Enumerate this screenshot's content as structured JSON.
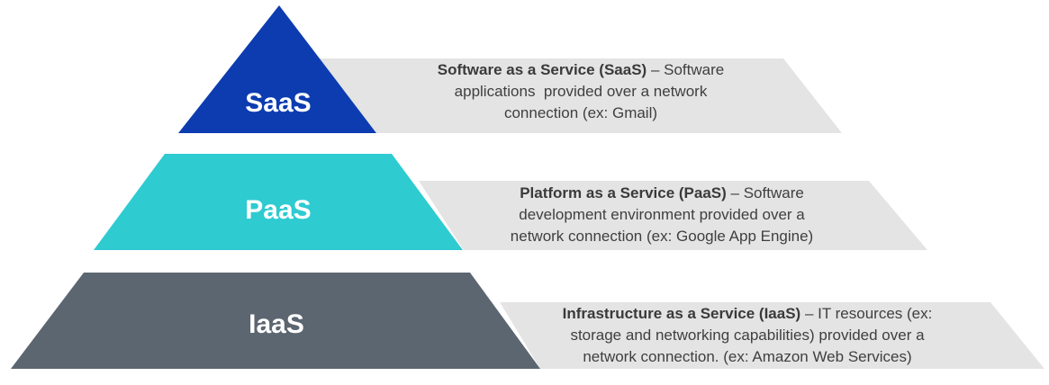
{
  "layers": [
    {
      "key": "saas",
      "label": "SaaS",
      "term": "Software as a Service (SaaS)",
      "separator": " – ",
      "lines": [
        "Software",
        "applications  provided over a network",
        "connection (ex: Gmail)"
      ],
      "color": "#0c3cb0"
    },
    {
      "key": "paas",
      "label": "PaaS",
      "term": "Platform as a Service (PaaS)",
      "separator": " – ",
      "lines": [
        "Software",
        "development environment provided over a",
        "network connection (ex: Google App Engine)"
      ],
      "color": "#2ecbd1"
    },
    {
      "key": "iaas",
      "label": "IaaS",
      "term": "Infrastructure as a Service (IaaS)",
      "separator": " – ",
      "lines": [
        "IT resources (ex:",
        "storage and networking capabilities) provided over a",
        "network connection. (ex: Amazon Web Services)"
      ],
      "color": "#5c6670"
    }
  ],
  "band_color": "#e4e4e4"
}
